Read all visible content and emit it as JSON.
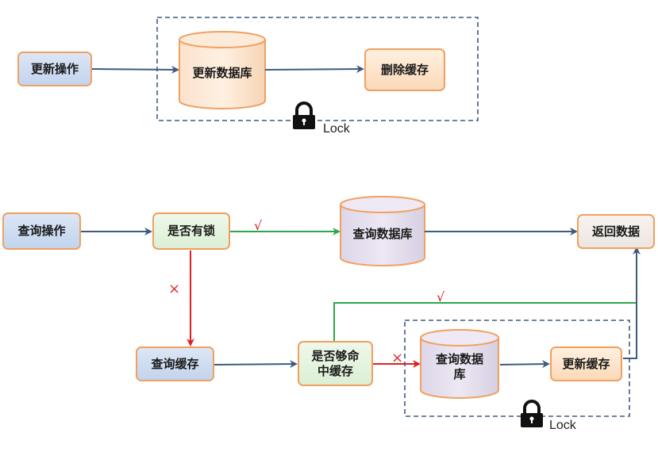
{
  "top": {
    "update_op": "更新操作",
    "update_db": "更新数据库",
    "delete_cache": "删除缓存",
    "lock_label": "Lock"
  },
  "bottom": {
    "query_op": "查询操作",
    "has_lock": "是否有锁",
    "query_db_main": "查询数据库",
    "return_data": "返回数据",
    "query_cache": "查询缓存",
    "hit_cache_line1": "是否够命",
    "hit_cache_line2": "中缓存",
    "query_db_locked_line1": "查询数据",
    "query_db_locked_line2": "库",
    "update_cache": "更新缓存",
    "lock_label": "Lock",
    "yes_mark_1": "√",
    "yes_mark_2": "√",
    "no_mark_1": "×",
    "no_mark_2": "×"
  },
  "colors": {
    "arrow_blue": "#3d5a80",
    "arrow_green": "#2aa84a",
    "arrow_red": "#e02020",
    "box_border": "#f0a060",
    "dashed_border": "#3d5a80"
  },
  "icons": [
    "lock-icon"
  ]
}
